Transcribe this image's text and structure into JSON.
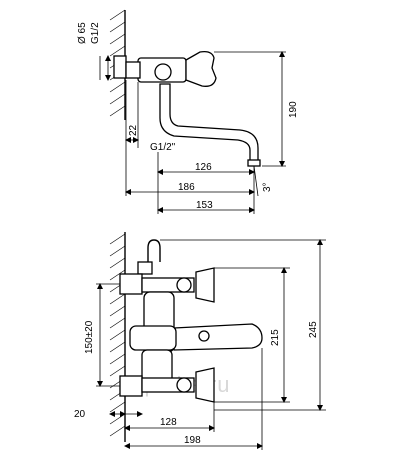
{
  "watermark": "adplitka.ru",
  "top_view": {
    "label_diameter": "Ø 65",
    "label_thread_top": "G1/2",
    "label_height": "190",
    "label_offset": "22",
    "label_thread_spout": "G1/2\"",
    "label_spout_reach": "126",
    "label_angle": "3°",
    "label_length_186": "186",
    "label_length_153": "153"
  },
  "bottom_view": {
    "label_center_distance": "150±20",
    "label_height_215": "215",
    "label_height_245": "245",
    "label_inset": "20",
    "label_width_128": "128",
    "label_width_198": "198"
  }
}
